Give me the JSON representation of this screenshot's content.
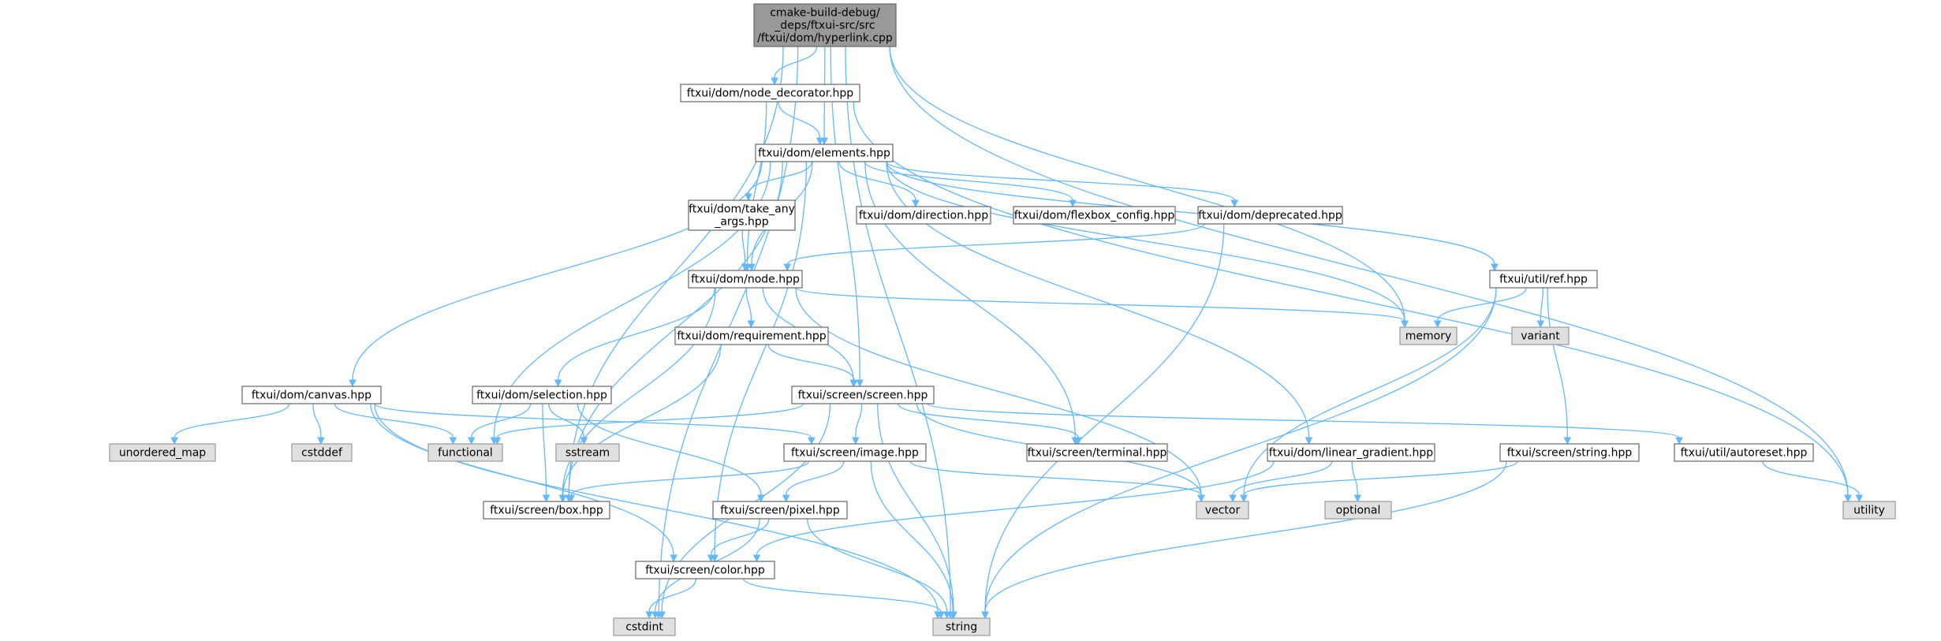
{
  "graph": {
    "colors": {
      "edge": "#63b8ff",
      "root": "#999999",
      "file": "#ffffff",
      "system": "#e0e0e0",
      "border": "#666666"
    },
    "nodes": [
      {
        "id": "root",
        "kind": "root",
        "lines": [
          "cmake-build-debug/",
          "_deps/ftxui-src/src",
          "/ftxui/dom/hyperlink.cpp"
        ]
      },
      {
        "id": "node_decorator",
        "kind": "file",
        "lines": [
          "ftxui/dom/node_decorator.hpp"
        ]
      },
      {
        "id": "elements",
        "kind": "file",
        "lines": [
          "ftxui/dom/elements.hpp"
        ]
      },
      {
        "id": "take_any_args",
        "kind": "file",
        "lines": [
          "ftxui/dom/take_any",
          "_args.hpp"
        ]
      },
      {
        "id": "direction",
        "kind": "file",
        "lines": [
          "ftxui/dom/direction.hpp"
        ]
      },
      {
        "id": "flexbox_config",
        "kind": "file",
        "lines": [
          "ftxui/dom/flexbox_config.hpp"
        ]
      },
      {
        "id": "deprecated",
        "kind": "file",
        "lines": [
          "ftxui/dom/deprecated.hpp"
        ]
      },
      {
        "id": "node",
        "kind": "file",
        "lines": [
          "ftxui/dom/node.hpp"
        ]
      },
      {
        "id": "ref",
        "kind": "file",
        "lines": [
          "ftxui/util/ref.hpp"
        ]
      },
      {
        "id": "memory",
        "kind": "system",
        "lines": [
          "memory"
        ]
      },
      {
        "id": "variant",
        "kind": "system",
        "lines": [
          "variant"
        ]
      },
      {
        "id": "requirement",
        "kind": "file",
        "lines": [
          "ftxui/dom/requirement.hpp"
        ]
      },
      {
        "id": "canvas",
        "kind": "file",
        "lines": [
          "ftxui/dom/canvas.hpp"
        ]
      },
      {
        "id": "selection",
        "kind": "file",
        "lines": [
          "ftxui/dom/selection.hpp"
        ]
      },
      {
        "id": "screen",
        "kind": "file",
        "lines": [
          "ftxui/screen/screen.hpp"
        ]
      },
      {
        "id": "unordered_map",
        "kind": "system",
        "lines": [
          "unordered_map"
        ]
      },
      {
        "id": "cstddef",
        "kind": "system",
        "lines": [
          "cstddef"
        ]
      },
      {
        "id": "functional",
        "kind": "system",
        "lines": [
          "functional"
        ]
      },
      {
        "id": "sstream",
        "kind": "system",
        "lines": [
          "sstream"
        ]
      },
      {
        "id": "image",
        "kind": "file",
        "lines": [
          "ftxui/screen/image.hpp"
        ]
      },
      {
        "id": "terminal",
        "kind": "file",
        "lines": [
          "ftxui/screen/terminal.hpp"
        ]
      },
      {
        "id": "linear_gradient",
        "kind": "file",
        "lines": [
          "ftxui/dom/linear_gradient.hpp"
        ]
      },
      {
        "id": "string_hpp",
        "kind": "file",
        "lines": [
          "ftxui/screen/string.hpp"
        ]
      },
      {
        "id": "autoreset",
        "kind": "file",
        "lines": [
          "ftxui/util/autoreset.hpp"
        ]
      },
      {
        "id": "box",
        "kind": "file",
        "lines": [
          "ftxui/screen/box.hpp"
        ]
      },
      {
        "id": "pixel",
        "kind": "file",
        "lines": [
          "ftxui/screen/pixel.hpp"
        ]
      },
      {
        "id": "vector",
        "kind": "system",
        "lines": [
          "vector"
        ]
      },
      {
        "id": "optional",
        "kind": "system",
        "lines": [
          "optional"
        ]
      },
      {
        "id": "utility",
        "kind": "system",
        "lines": [
          "utility"
        ]
      },
      {
        "id": "color",
        "kind": "file",
        "lines": [
          "ftxui/screen/color.hpp"
        ]
      },
      {
        "id": "cstdint",
        "kind": "system",
        "lines": [
          "cstdint"
        ]
      },
      {
        "id": "string",
        "kind": "system",
        "lines": [
          "string"
        ]
      }
    ],
    "edges": [
      [
        "root",
        "node_decorator"
      ],
      [
        "root",
        "elements"
      ],
      [
        "root",
        "memory"
      ],
      [
        "root",
        "utility"
      ],
      [
        "root",
        "string"
      ],
      [
        "root",
        "cstdint"
      ],
      [
        "root",
        "box"
      ],
      [
        "root",
        "screen"
      ],
      [
        "node_decorator",
        "elements"
      ],
      [
        "node_decorator",
        "node"
      ],
      [
        "node_decorator",
        "utility"
      ],
      [
        "elements",
        "take_any_args"
      ],
      [
        "elements",
        "direction"
      ],
      [
        "elements",
        "flexbox_config"
      ],
      [
        "elements",
        "deprecated"
      ],
      [
        "elements",
        "node"
      ],
      [
        "elements",
        "ref"
      ],
      [
        "elements",
        "memory"
      ],
      [
        "elements",
        "canvas"
      ],
      [
        "elements",
        "functional"
      ],
      [
        "elements",
        "box"
      ],
      [
        "elements",
        "terminal"
      ],
      [
        "elements",
        "linear_gradient"
      ],
      [
        "elements",
        "color"
      ],
      [
        "take_any_args",
        "node"
      ],
      [
        "deprecated",
        "node"
      ],
      [
        "deprecated",
        "string"
      ],
      [
        "node",
        "requirement"
      ],
      [
        "node",
        "selection"
      ],
      [
        "node",
        "screen"
      ],
      [
        "node",
        "memory"
      ],
      [
        "node",
        "vector"
      ],
      [
        "node",
        "box"
      ],
      [
        "ref",
        "memory"
      ],
      [
        "ref",
        "variant"
      ],
      [
        "ref",
        "vector"
      ],
      [
        "ref",
        "string_hpp"
      ],
      [
        "ref",
        "string"
      ],
      [
        "requirement",
        "screen"
      ],
      [
        "requirement",
        "box"
      ],
      [
        "canvas",
        "unordered_map"
      ],
      [
        "canvas",
        "cstddef"
      ],
      [
        "canvas",
        "functional"
      ],
      [
        "canvas",
        "image"
      ],
      [
        "canvas",
        "color"
      ],
      [
        "canvas",
        "string"
      ],
      [
        "selection",
        "functional"
      ],
      [
        "selection",
        "sstream"
      ],
      [
        "selection",
        "box"
      ],
      [
        "selection",
        "pixel"
      ],
      [
        "screen",
        "functional"
      ],
      [
        "screen",
        "image"
      ],
      [
        "screen",
        "terminal"
      ],
      [
        "screen",
        "autoreset"
      ],
      [
        "screen",
        "vector"
      ],
      [
        "screen",
        "string"
      ],
      [
        "screen",
        "cstdint"
      ],
      [
        "image",
        "box"
      ],
      [
        "image",
        "pixel"
      ],
      [
        "image",
        "vector"
      ],
      [
        "image",
        "string"
      ],
      [
        "linear_gradient",
        "vector"
      ],
      [
        "linear_gradient",
        "optional"
      ],
      [
        "linear_gradient",
        "color"
      ],
      [
        "string_hpp",
        "vector"
      ],
      [
        "string_hpp",
        "string"
      ],
      [
        "autoreset",
        "utility"
      ],
      [
        "pixel",
        "color"
      ],
      [
        "pixel",
        "string"
      ],
      [
        "pixel",
        "cstdint"
      ],
      [
        "color",
        "cstdint"
      ],
      [
        "color",
        "string"
      ]
    ]
  }
}
